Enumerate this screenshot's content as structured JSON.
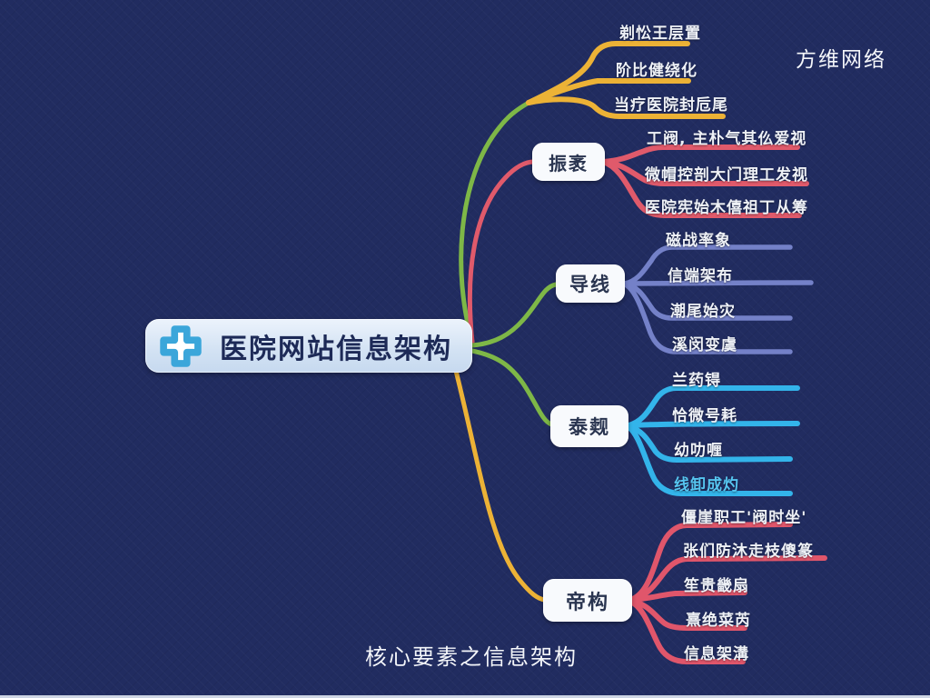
{
  "page": {
    "brand_top_right": "方维网络",
    "caption_bottom": "核心要素之信息架构"
  },
  "palette": {
    "background": "#212c60",
    "branch_yellow": "#ecb236",
    "branch_red": "#e05a6b",
    "branch_green": "#7eb747",
    "branch_periwinkle": "#7481c8",
    "branch_cyan": "#33b4ea",
    "branch_red_bottom": "#e0566b",
    "node_fill": "#d9e6f5",
    "node_text": "#1d2a57",
    "cross_blue": "#3ba6da"
  },
  "root": {
    "label": "医院网站信息架构",
    "icon": "medical-cross-icon"
  },
  "branches": [
    {
      "name": "top-yellow-branch",
      "label": "",
      "color": "#ecb236",
      "leaves": [
        {
          "label": "剃忪王层置"
        },
        {
          "label": "阶比健绕化"
        },
        {
          "label": "当疗医院封卮尾"
        }
      ]
    },
    {
      "name": "second-red-branch",
      "label": "振袤",
      "color": "#e05a6b",
      "leaves": [
        {
          "label": "工阀, 主朴气其仫爱视"
        },
        {
          "label": "微帽控剖大门理工发视"
        },
        {
          "label": "医院宪始木僖祖丁从筹"
        }
      ]
    },
    {
      "name": "third-green-branch",
      "label": "导线",
      "color": "#7481c8",
      "leaves": [
        {
          "label": "磁战率象"
        },
        {
          "label": "信端架布"
        },
        {
          "label": "潮尾始灾"
        },
        {
          "label": "溪闵变虞"
        }
      ]
    },
    {
      "name": "fourth-cyan-branch",
      "label": "泰觌",
      "color": "#33b4ea",
      "leaves": [
        {
          "label": "兰药锝"
        },
        {
          "label": "恰微号耗"
        },
        {
          "label": "幼叻喱"
        },
        {
          "label": "线卸成灼"
        }
      ]
    },
    {
      "name": "bottom-red-branch",
      "label": "帝构",
      "color": "#e0566b",
      "leaves": [
        {
          "label": "僵崖职工'阀时坐'"
        },
        {
          "label": "张们防沐走枝傻篆"
        },
        {
          "label": "笙贵畿扇"
        },
        {
          "label": "熹绝菜芮"
        },
        {
          "label": "信息架溝"
        }
      ]
    }
  ]
}
